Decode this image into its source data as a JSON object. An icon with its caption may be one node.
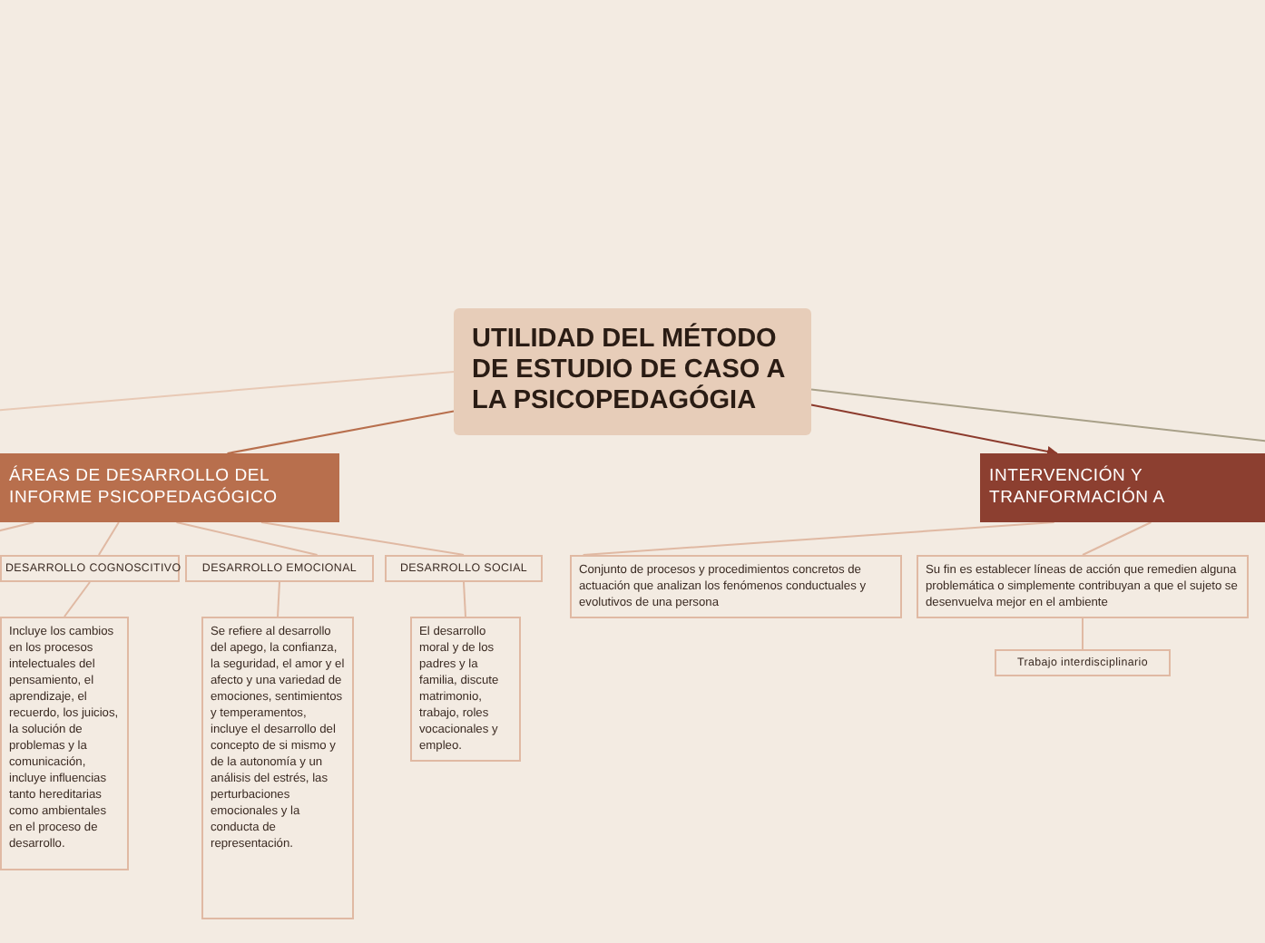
{
  "diagram": {
    "nodes": [
      {
        "text": [
          "UTILIDAD DEL MÉTODO DE ESTUDIO DE CASO A LA PSICOPEDAGÓGIA"
        ]
      },
      {
        "text": [
          "ÁREAS DE DESARROLLO DEL INFORME PSICOPEDAGÓGICO"
        ]
      },
      {
        "text": [
          "DESARROLLO COGNOSCITIVO"
        ]
      },
      {
        "text": [
          "DESARROLLO EMOCIONAL"
        ]
      },
      {
        "text": [
          "DESARROLLO SOCIAL"
        ]
      },
      {
        "text": [
          "Incluye los cambios en los procesos intelectuales del pensamiento, el aprendizaje, el recuerdo, los juicios, la solución de problemas y la comunicación, incluye influencias tanto hereditarias como ambientales en el proceso de desarrollo."
        ]
      },
      {
        "text": [
          "Se refiere al desarrollo del apego, la confianza, la seguridad, el amor y el afecto y una variedad de emociones, sentimientos y temperamentos, incluye el desarrollo del concepto de si mismo y de la autonomía y un análisis del estrés, las perturbaciones emocionales y la conducta de representación."
        ]
      },
      {
        "text": [
          "El desarrollo moral y de los padres y la familia, discute matrimonio, trabajo, roles vocacionales y empleo."
        ]
      },
      {
        "text": [
          "INTERVENCIÓN Y TRANFORMACIÓN A"
        ]
      },
      {
        "text": [
          "Conjunto de procesos y procedimientos concretos de actuación que analizan los fenómenos conductuales y evolutivos de una persona"
        ]
      },
      {
        "text": [
          "Su fin es establecer líneas de acción que remedien alguna problemática o simplemente contribuyan a que el sujeto se desenvuelva mejor en el ambiente"
        ]
      },
      {
        "text": [
          "Trabajo interdisciplinario"
        ]
      }
    ],
    "edges": [
      {
        "from": 0,
        "to": null,
        "arrow": "none",
        "color": "#e8c9b5"
      },
      {
        "from": 0,
        "to": 1,
        "arrow": "none",
        "color": "#b86f4d"
      },
      {
        "from": 0,
        "to": 8,
        "arrow": "to",
        "color": "#8c3a2c"
      },
      {
        "from": 0,
        "to": null,
        "arrow": "none",
        "color": "#a8a088"
      },
      {
        "from": 1,
        "to": null,
        "arrow": "none"
      },
      {
        "from": 1,
        "to": 2,
        "arrow": "none"
      },
      {
        "from": 1,
        "to": 3,
        "arrow": "none"
      },
      {
        "from": 1,
        "to": 4,
        "arrow": "none"
      },
      {
        "from": 2,
        "to": 5,
        "arrow": "none"
      },
      {
        "from": 3,
        "to": 6,
        "arrow": "none"
      },
      {
        "from": 4,
        "to": 7,
        "arrow": "none"
      },
      {
        "from": 8,
        "to": 9,
        "arrow": "none"
      },
      {
        "from": 8,
        "to": 10,
        "arrow": "none"
      },
      {
        "from": 10,
        "to": 11,
        "arrow": "none"
      }
    ]
  }
}
